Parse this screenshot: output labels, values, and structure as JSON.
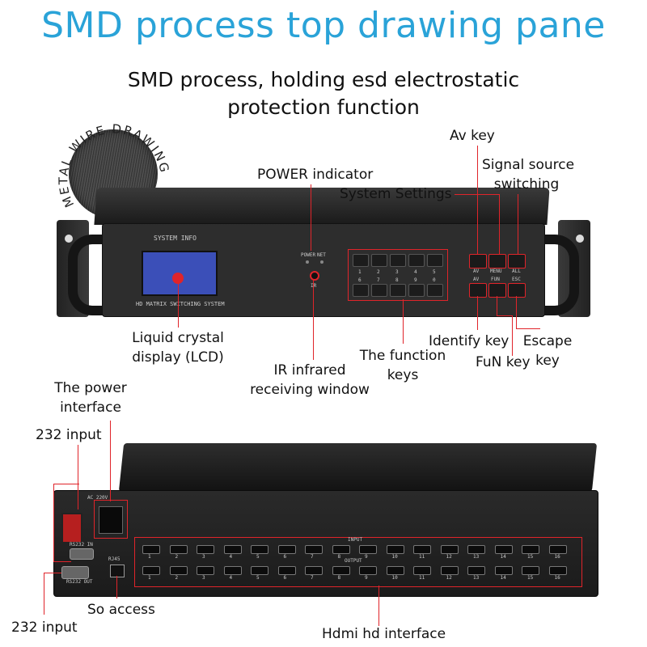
{
  "title": "SMD process top drawing pane",
  "subtitle_line1": "SMD process, holding esd electrostatic",
  "subtitle_line2": "protection function",
  "badge_text": "METAL WIRE DRAWING",
  "front_panel": {
    "system_info": "SYSTEM INFO",
    "model_text": "HD MATRIX SWITCHING SYSTEM",
    "power_label": "POWER",
    "net_label": "NET",
    "ir_label": "IR",
    "key_row1": [
      "1",
      "2",
      "3",
      "4",
      "5"
    ],
    "key_row2": [
      "6",
      "7",
      "8",
      "9",
      "0"
    ],
    "right_row1": [
      "AV",
      "MENU",
      "ALL"
    ],
    "right_row2": [
      "AV",
      "FUN",
      "ESC"
    ]
  },
  "back_panel": {
    "ac_label": "AC 220V",
    "rs232_in": "RS232 IN",
    "rs232_out": "RS232 OUT",
    "rj45": "RJ45",
    "input_label": "INPUT",
    "output_label": "OUTPUT",
    "port_numbers": [
      "1",
      "2",
      "3",
      "4",
      "5",
      "6",
      "7",
      "8",
      "9",
      "10",
      "11",
      "12",
      "13",
      "14",
      "15",
      "16"
    ]
  },
  "callouts": {
    "av_key": "Av key",
    "signal_source_1": "Signal source",
    "signal_source_2": "switching",
    "power_indicator": "POWER indicator",
    "system_settings": "System Settings",
    "lcd_1": "Liquid crystal",
    "lcd_2": "display (LCD)",
    "ir_1": "IR infrared",
    "ir_2": "receiving window",
    "function_keys_1": "The function",
    "function_keys_2": "keys",
    "identify_key": "Identify key",
    "fun_key": "FuN key",
    "escape_1": "Escape",
    "escape_2": "key",
    "power_interface_1": "The power",
    "power_interface_2": "interface",
    "input_232_top": "232 input",
    "input_232_bottom": "232 input",
    "so_access": "So access",
    "hdmi_interface": "Hdmi hd interface"
  },
  "colors": {
    "title": "#2aa3d8",
    "callout_line": "#e0242a"
  }
}
